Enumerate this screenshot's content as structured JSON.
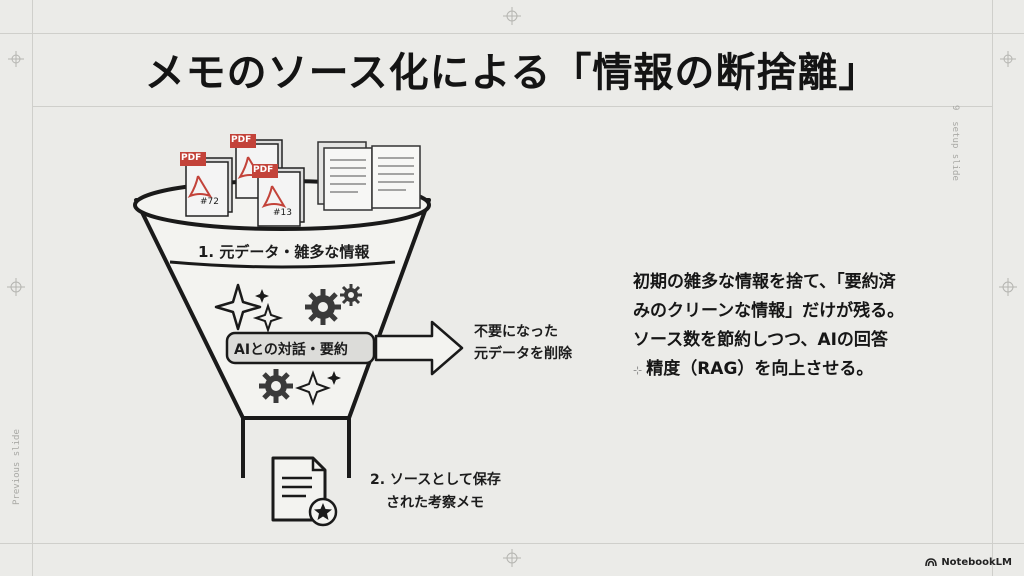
{
  "slide": {
    "title": "メモのソース化による「情報の断捨離」",
    "side_right": "setup slide",
    "side_right_num": "9",
    "side_left": "Previous slide"
  },
  "diagram": {
    "pdf_label": "PDF",
    "pdf_pages": [
      "#72",
      "#13"
    ],
    "stage1_label": "1. 元データ・雑多な情報",
    "ai_label": "AIとの対話・要約",
    "arrow_label_line1": "不要になった",
    "arrow_label_line2": "元データを削除",
    "stage2_line1": "2. ソースとして保存",
    "stage2_line2": "された考察メモ"
  },
  "description": {
    "lines": [
      "初期の雑多な情報を捨て、「要約済",
      "みのクリーンな情報」だけが残る。",
      "ソース数を節約しつつ、AIの回答",
      "精度（RAG）を向上させる。"
    ]
  },
  "brand": {
    "name": "NotebookLM"
  }
}
